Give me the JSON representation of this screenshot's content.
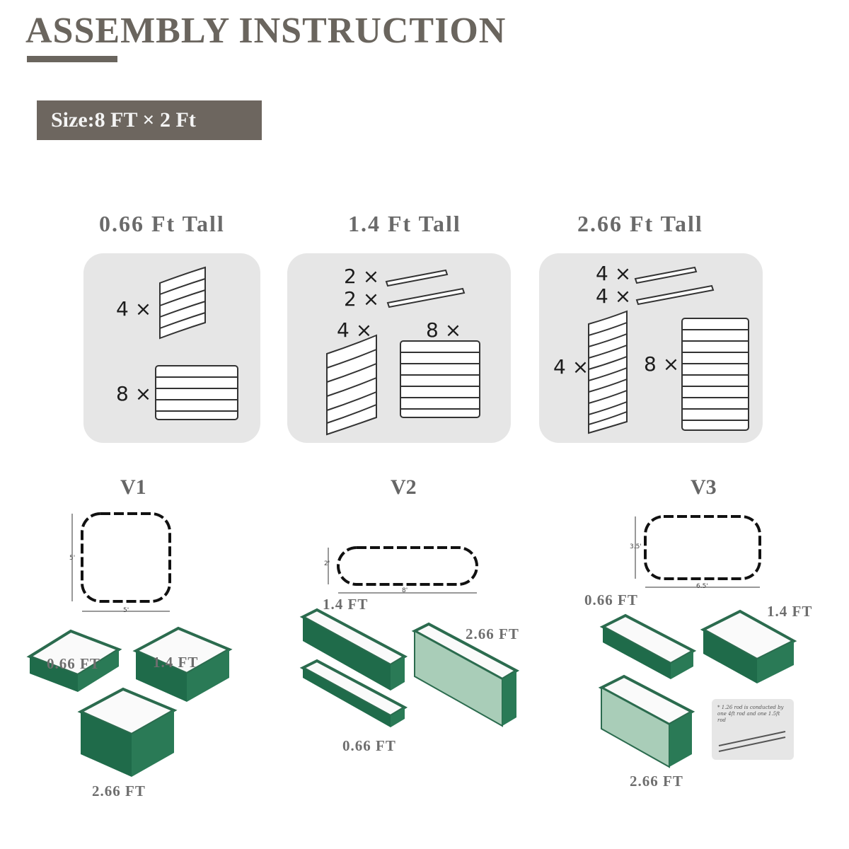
{
  "title": "ASSEMBLY INSTRUCTION",
  "size_label": "Size:8 FT × 2 Ft",
  "height_options": [
    {
      "label": "0.66 Ft Tall",
      "parts": [
        {
          "qty": "4 ×",
          "part": "curved-panel"
        },
        {
          "qty": "8 ×",
          "part": "flat-panel"
        }
      ]
    },
    {
      "label": "1.4 Ft Tall",
      "parts": [
        {
          "qty": "2 ×",
          "part": "rod"
        },
        {
          "qty": "2 ×",
          "part": "rod"
        },
        {
          "qty": "4 ×",
          "part": "curved-panel"
        },
        {
          "qty": "8 ×",
          "part": "flat-panel"
        }
      ]
    },
    {
      "label": "2.66 Ft Tall",
      "parts": [
        {
          "qty": "4 ×",
          "part": "rod"
        },
        {
          "qty": "4 ×",
          "part": "rod"
        },
        {
          "qty": "4 ×",
          "part": "curved-panel"
        },
        {
          "qty": "8 ×",
          "part": "flat-panel"
        }
      ]
    }
  ],
  "versions": [
    {
      "name": "V1",
      "dim_side": "5'",
      "dim_bottom": "5'",
      "beds": [
        "0.66 FT",
        "1.4 FT",
        "2.66 FT"
      ]
    },
    {
      "name": "V2",
      "dim_side": "2'",
      "dim_bottom": "8'",
      "beds": [
        "1.4 FT",
        "2.66 FT",
        "0.66 FT"
      ]
    },
    {
      "name": "V3",
      "dim_side": "3.5'",
      "dim_bottom": "6.5'",
      "beds": [
        "0.66 FT",
        "1.4 FT",
        "2.66 FT"
      ]
    }
  ],
  "note": "* 1.26 rod is conducted by one 4ft rod and one 1.5ft rod",
  "colors": {
    "header": "#6a655e",
    "panel": "#e6e6e6",
    "bed_green": "#1f6b4a"
  }
}
